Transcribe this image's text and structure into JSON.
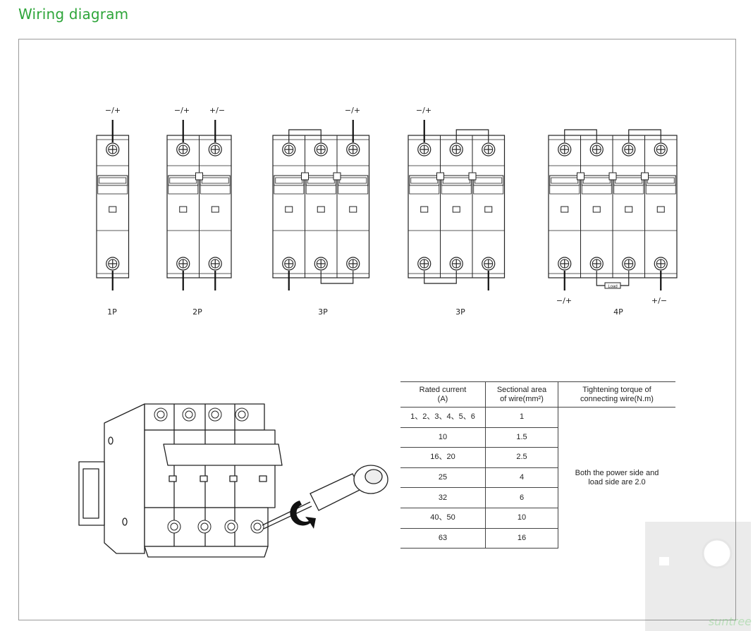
{
  "page": {
    "title": "Wiring diagram"
  },
  "diagrams": [
    {
      "id": "1p",
      "poles": 1,
      "label": "1P",
      "top_marks": [
        "−/+"
      ],
      "bottom_marks": []
    },
    {
      "id": "2p",
      "poles": 2,
      "label": "2P",
      "top_marks": [
        "−/+",
        "+/−"
      ],
      "bottom_marks": []
    },
    {
      "id": "3p-a",
      "poles": 3,
      "label": "3P",
      "top_marks": [
        "−/+"
      ],
      "bottom_marks": []
    },
    {
      "id": "3p-b",
      "poles": 3,
      "label": "3P",
      "top_marks": [
        "−/+"
      ],
      "bottom_marks": []
    },
    {
      "id": "4p",
      "poles": 4,
      "label": "4P",
      "top_marks": [],
      "bottom_marks": [
        "−/+",
        "+/−"
      ],
      "load_label": "Load"
    }
  ],
  "table": {
    "headers": [
      "Rated current (A)",
      "Sectional area of wire(mm²)",
      "Tightening torque of connecting wire(N.m)"
    ],
    "header_lines": [
      [
        "Rated current",
        "(A)"
      ],
      [
        "Sectional area",
        "of wire(mm²)"
      ],
      [
        "Tightening torque of",
        "connecting wire(N.m)"
      ]
    ],
    "rows": [
      {
        "current": "1、2、3、4、5、6",
        "area": "1"
      },
      {
        "current": "10",
        "area": "1.5"
      },
      {
        "current": "16、20",
        "area": "2.5"
      },
      {
        "current": "25",
        "area": "4"
      },
      {
        "current": "32",
        "area": "6"
      },
      {
        "current": "40、50",
        "area": "10"
      },
      {
        "current": "63",
        "area": "16"
      }
    ],
    "torque_note_lines": [
      "Both the power side and",
      "load side are 2.0"
    ]
  },
  "watermark": {
    "brand": "suntree"
  }
}
